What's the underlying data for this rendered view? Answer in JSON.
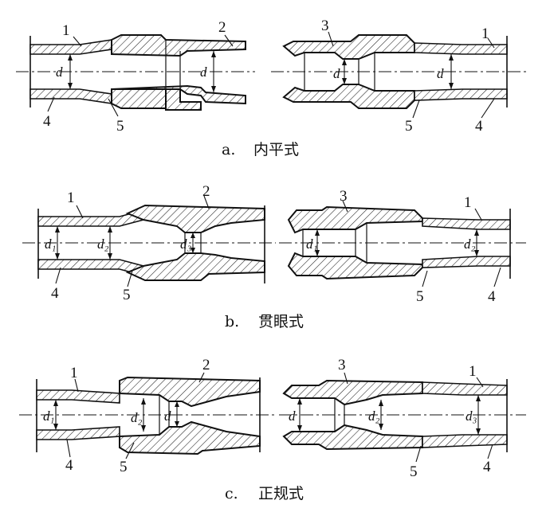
{
  "captions": {
    "a": {
      "letter": "a.",
      "name": "内平式"
    },
    "b": {
      "letter": "b.",
      "name": "贯眼式"
    },
    "c": {
      "letter": "c.",
      "name": "正规式"
    }
  },
  "part_numbers": {
    "a": {
      "left_top_1": "1",
      "left_top_2": "2",
      "left_bot_4": "4",
      "left_bot_5": "5",
      "right_top_3": "3",
      "right_top_1": "1",
      "right_bot_5": "5",
      "right_bot_4": "4"
    },
    "b": {
      "left_top_1": "1",
      "left_top_2": "2",
      "left_bot_4": "4",
      "left_bot_5": "5",
      "right_top_3": "3",
      "right_top_1": "1",
      "right_bot_5": "5",
      "right_bot_4": "4"
    },
    "c": {
      "left_top_1": "1",
      "left_top_2": "2",
      "left_bot_4": "4",
      "left_bot_5": "5",
      "right_top_3": "3",
      "right_top_1": "1",
      "right_bot_5": "5",
      "right_bot_4": "4"
    }
  },
  "dimension_labels": {
    "a": {
      "l1": "d",
      "l2": "d",
      "r1": "d",
      "r2": "d"
    },
    "b": {
      "l1": "d₁",
      "l2": "d₂",
      "l3": "d₃",
      "r1": "d₁",
      "r2": "d₂"
    },
    "c": {
      "l1": "d₁",
      "l2": "d₂",
      "l3": "d",
      "r1": "d",
      "r2": "d₂",
      "r3": "d₃"
    }
  }
}
